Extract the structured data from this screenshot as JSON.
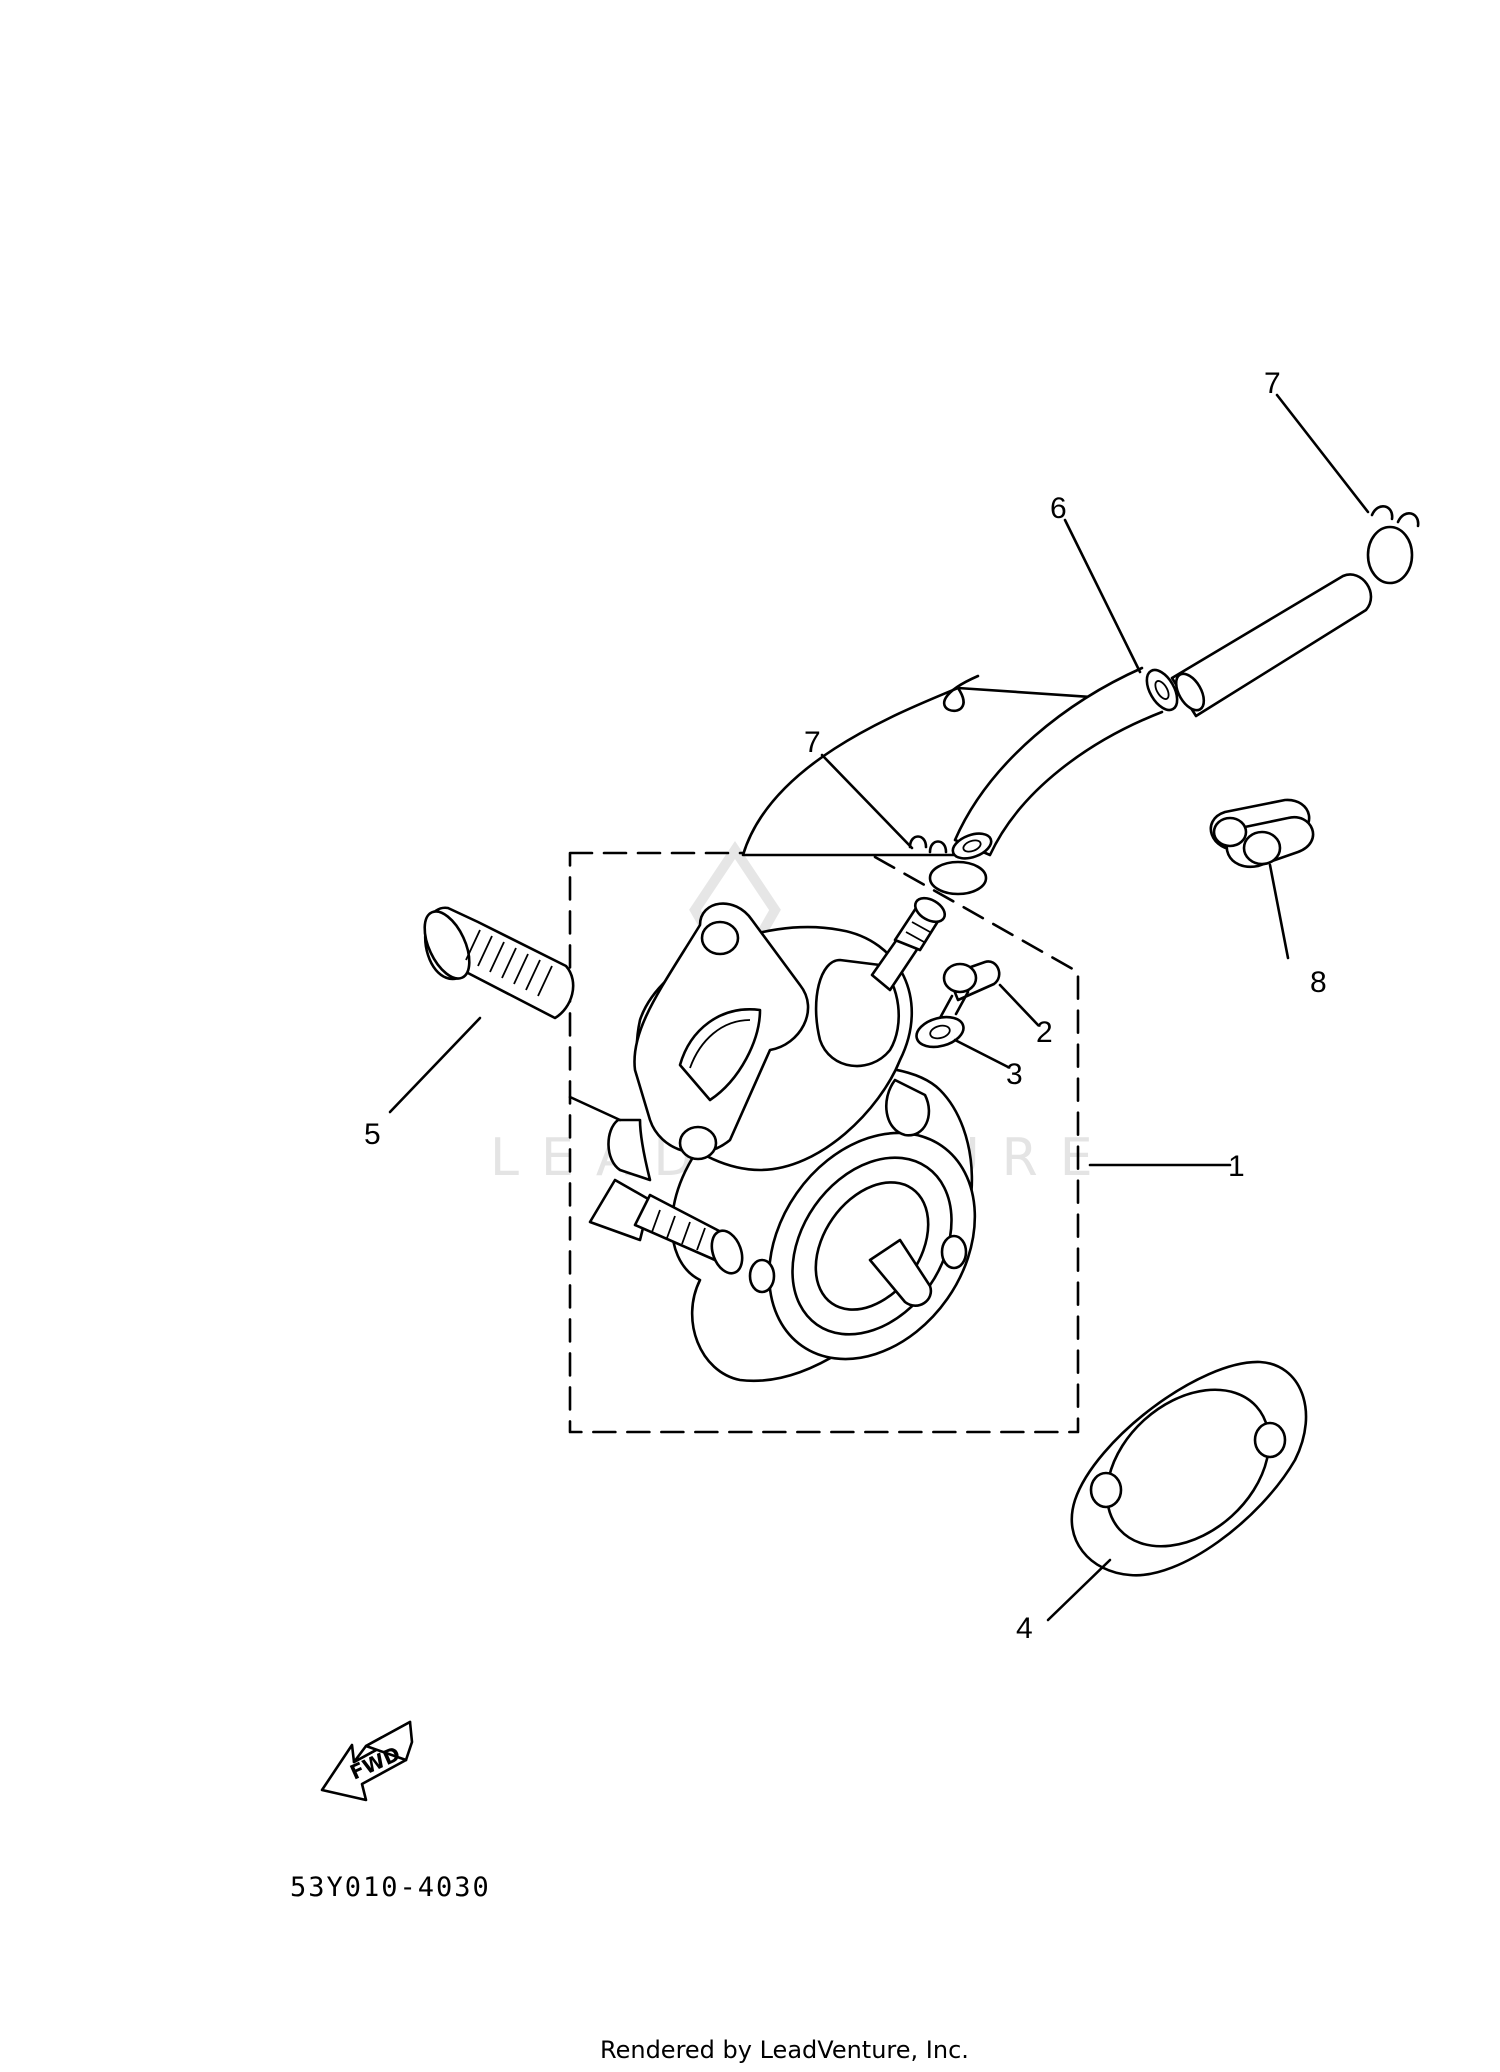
{
  "callouts": {
    "c1": "1",
    "c2": "2",
    "c3": "3",
    "c4": "4",
    "c5": "5",
    "c6": "6",
    "c7a": "7",
    "c7b": "7",
    "c8": "8"
  },
  "fwd_label": "FWD",
  "diagram_code": "53Y010-4030",
  "watermark": "LEADVENTURE",
  "footer": "Rendered by LeadVenture, Inc."
}
